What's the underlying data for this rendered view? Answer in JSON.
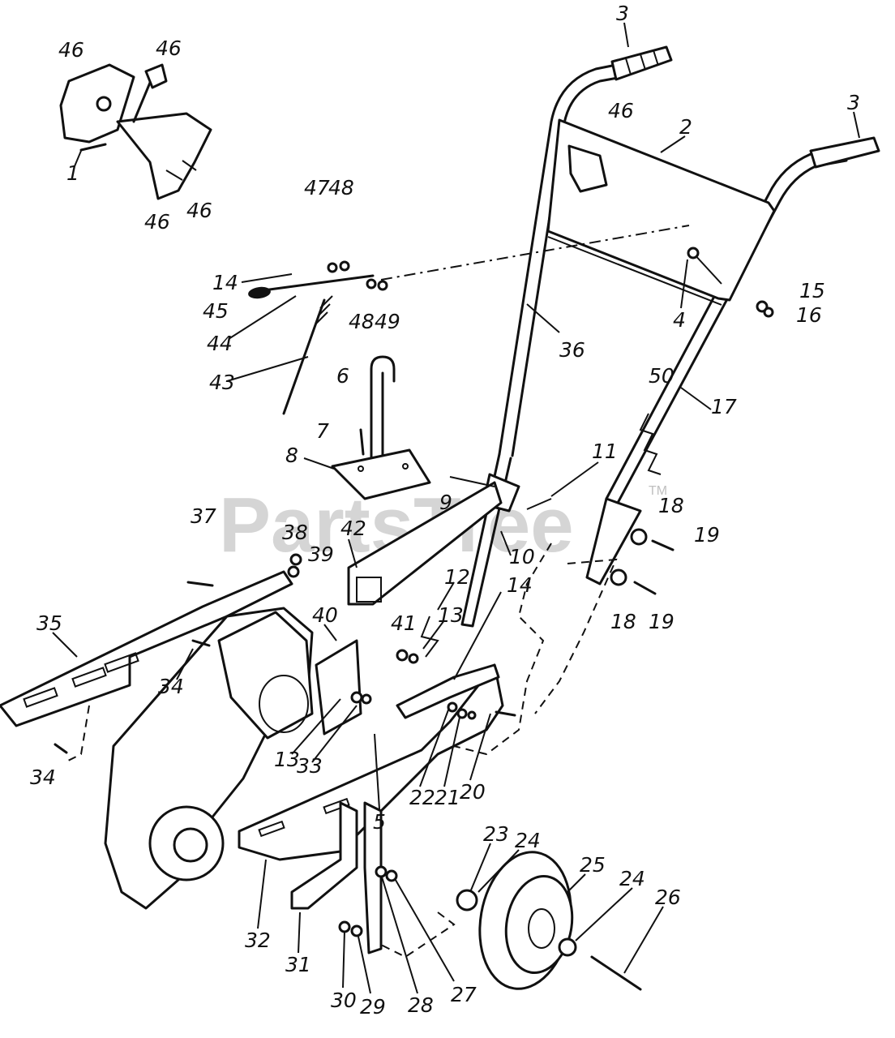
{
  "watermark": {
    "text": "PartsTree",
    "trademark": "TM"
  },
  "labels": [
    {
      "id": "l3a",
      "text": "3"
    },
    {
      "id": "l3b",
      "text": "3"
    },
    {
      "id": "l2",
      "text": "2"
    },
    {
      "id": "l46c",
      "text": "46"
    },
    {
      "id": "l46a",
      "text": "46"
    },
    {
      "id": "l46b",
      "text": "46"
    },
    {
      "id": "l1",
      "text": "1"
    },
    {
      "id": "l46d",
      "text": "46"
    },
    {
      "id": "l46e",
      "text": "46"
    },
    {
      "id": "l47",
      "text": "47"
    },
    {
      "id": "l48a",
      "text": "48"
    },
    {
      "id": "l14a",
      "text": "14"
    },
    {
      "id": "l45",
      "text": "45"
    },
    {
      "id": "l48b",
      "text": "48"
    },
    {
      "id": "l49",
      "text": "49"
    },
    {
      "id": "l44",
      "text": "44"
    },
    {
      "id": "l43",
      "text": "43"
    },
    {
      "id": "l36",
      "text": "36"
    },
    {
      "id": "l4",
      "text": "4"
    },
    {
      "id": "l15",
      "text": "15"
    },
    {
      "id": "l16",
      "text": "16"
    },
    {
      "id": "l50",
      "text": "50"
    },
    {
      "id": "l17",
      "text": "17"
    },
    {
      "id": "l6",
      "text": "6"
    },
    {
      "id": "l7",
      "text": "7"
    },
    {
      "id": "l8",
      "text": "8"
    },
    {
      "id": "l9",
      "text": "9"
    },
    {
      "id": "l11",
      "text": "11"
    },
    {
      "id": "l10",
      "text": "10"
    },
    {
      "id": "l18a",
      "text": "18"
    },
    {
      "id": "l19a",
      "text": "19"
    },
    {
      "id": "l18b",
      "text": "18"
    },
    {
      "id": "l19b",
      "text": "19"
    },
    {
      "id": "l37",
      "text": "37"
    },
    {
      "id": "l38",
      "text": "38"
    },
    {
      "id": "l39",
      "text": "39"
    },
    {
      "id": "l42",
      "text": "42"
    },
    {
      "id": "l12",
      "text": "12"
    },
    {
      "id": "l14b",
      "text": "14"
    },
    {
      "id": "l35",
      "text": "35"
    },
    {
      "id": "l40",
      "text": "40"
    },
    {
      "id": "l41",
      "text": "41"
    },
    {
      "id": "l13a",
      "text": "13"
    },
    {
      "id": "l34a",
      "text": "34"
    },
    {
      "id": "l13b",
      "text": "13"
    },
    {
      "id": "l33",
      "text": "33"
    },
    {
      "id": "l34b",
      "text": "34"
    },
    {
      "id": "l5",
      "text": "5"
    },
    {
      "id": "l22",
      "text": "22"
    },
    {
      "id": "l21",
      "text": "21"
    },
    {
      "id": "l20",
      "text": "20"
    },
    {
      "id": "l23",
      "text": "23"
    },
    {
      "id": "l24a",
      "text": "24"
    },
    {
      "id": "l25",
      "text": "25"
    },
    {
      "id": "l24b",
      "text": "24"
    },
    {
      "id": "l26",
      "text": "26"
    },
    {
      "id": "l32",
      "text": "32"
    },
    {
      "id": "l31",
      "text": "31"
    },
    {
      "id": "l30",
      "text": "30"
    },
    {
      "id": "l29",
      "text": "29"
    },
    {
      "id": "l28",
      "text": "28"
    },
    {
      "id": "l27",
      "text": "27"
    }
  ]
}
